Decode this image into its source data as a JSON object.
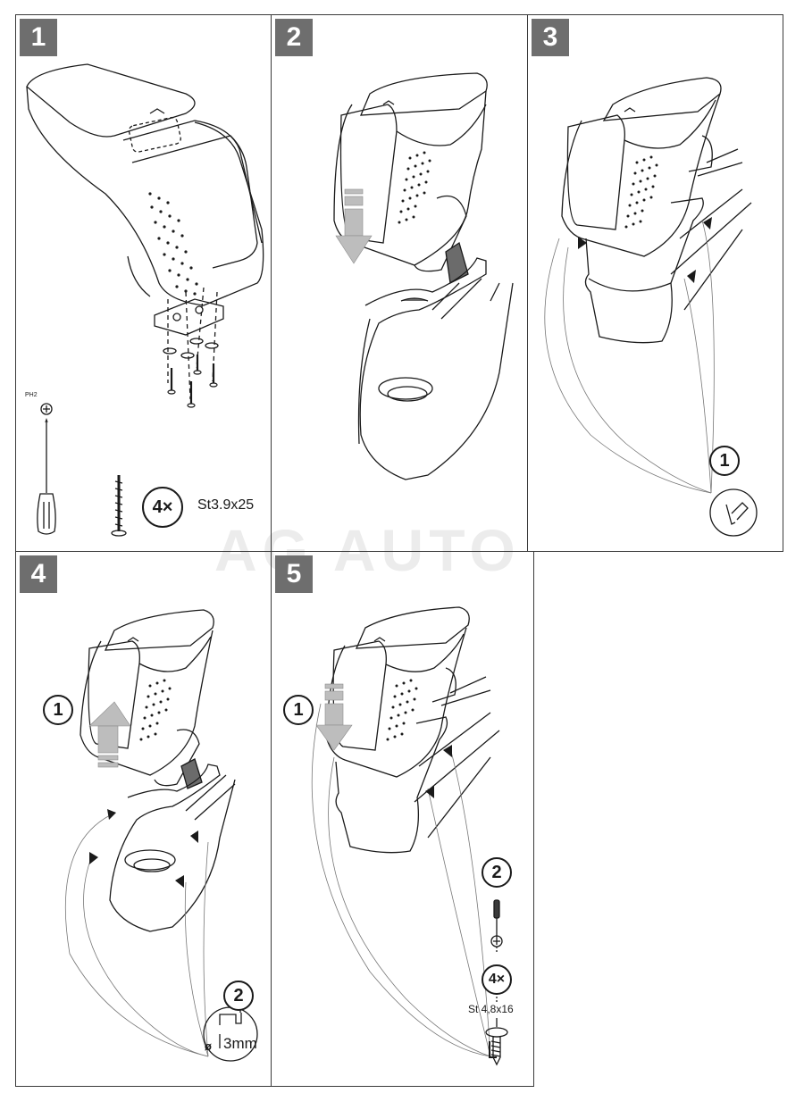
{
  "watermark": "AG AUTO",
  "steps": [
    {
      "number": "1",
      "tool_label": "PH2",
      "screw_count": "4×",
      "screw_spec": "St3.9x25"
    },
    {
      "number": "2"
    },
    {
      "number": "3",
      "callout_1": "1",
      "callout_1_icon": "hand-apply-icon"
    },
    {
      "number": "4",
      "callout_1": "1",
      "callout_2": "2",
      "drill_label": "ø",
      "drill_size": "3mm"
    },
    {
      "number": "5",
      "callout_1": "1",
      "callout_2": "2",
      "screw_count": "4×",
      "screw_spec": "St 4,8x16"
    }
  ],
  "colors": {
    "step_badge_bg": "#6e6e6e",
    "arrow_fill": "#bdbdbd",
    "line": "#1a1a1a",
    "watermark": "#ececec"
  }
}
